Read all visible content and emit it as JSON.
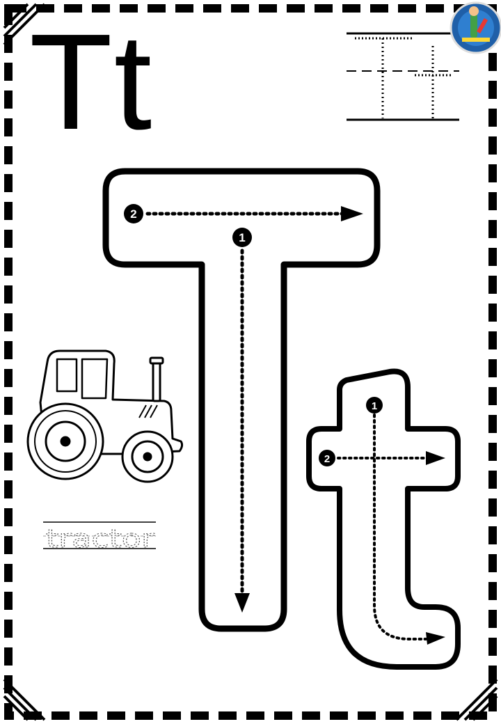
{
  "page": {
    "title_letters": "Tt",
    "word": "tractor",
    "uppercase_letter": "T",
    "lowercase_letter": "t"
  },
  "strokes": {
    "upper": [
      {
        "number": "1",
        "direction": "down"
      },
      {
        "number": "2",
        "direction": "right"
      }
    ],
    "lower": [
      {
        "number": "1",
        "direction": "down-curve-right"
      },
      {
        "number": "2",
        "direction": "right"
      }
    ]
  },
  "picture": {
    "icon": "tractor-icon"
  },
  "logo": {
    "icon": "logo-badge-icon",
    "colors": [
      "#1f5fa8",
      "#e53935",
      "#43a047",
      "#fdd835"
    ]
  },
  "colors": {
    "ink": "#000000",
    "paper": "#ffffff"
  }
}
